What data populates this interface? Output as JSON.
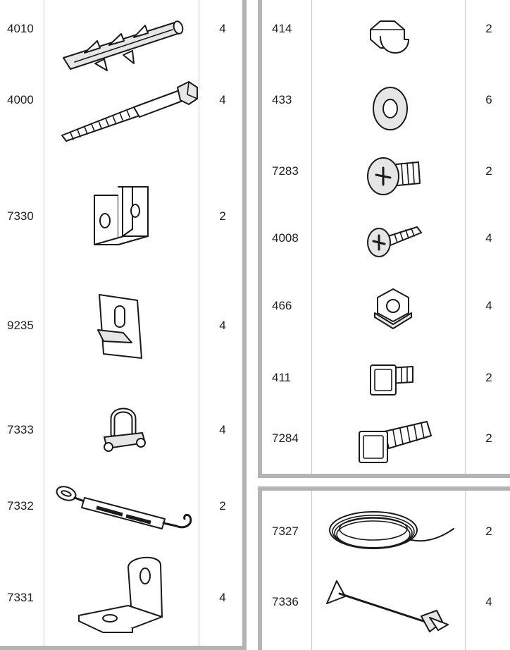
{
  "left_panel": {
    "rows": [
      {
        "code": "4010",
        "icon": "wall-plug-anchor-icon",
        "qty": "4"
      },
      {
        "code": "4000",
        "icon": "lag-screw-icon",
        "qty": "4"
      },
      {
        "code": "7330",
        "icon": "u-bracket-icon",
        "qty": "2"
      },
      {
        "code": "9235",
        "icon": "wall-hook-plate-icon",
        "qty": "4"
      },
      {
        "code": "7333",
        "icon": "wire-rope-clip-icon",
        "qty": "4"
      },
      {
        "code": "7332",
        "icon": "turnbuckle-icon",
        "qty": "2"
      },
      {
        "code": "7331",
        "icon": "l-bracket-icon",
        "qty": "4"
      }
    ]
  },
  "right_top_panel": {
    "rows": [
      {
        "code": "414",
        "icon": "cap-nut-icon",
        "qty": "2"
      },
      {
        "code": "433",
        "icon": "washer-icon",
        "qty": "6"
      },
      {
        "code": "7283",
        "icon": "pan-head-screw-icon",
        "qty": "2"
      },
      {
        "code": "4008",
        "icon": "self-drilling-screw-icon",
        "qty": "4"
      },
      {
        "code": "466",
        "icon": "flange-nut-icon",
        "qty": "4"
      },
      {
        "code": "411",
        "icon": "short-square-bolt-icon",
        "qty": "2"
      },
      {
        "code": "7284",
        "icon": "long-square-bolt-icon",
        "qty": "2"
      }
    ]
  },
  "right_bottom_panel": {
    "rows": [
      {
        "code": "7327",
        "icon": "wire-cable-coil-icon",
        "qty": "2"
      },
      {
        "code": "7336",
        "icon": "ground-anchor-stake-icon",
        "qty": "4"
      }
    ]
  },
  "colors": {
    "border": "#b4b4b4",
    "divider": "#c8c8c8",
    "ink": "#1a1a1a"
  }
}
